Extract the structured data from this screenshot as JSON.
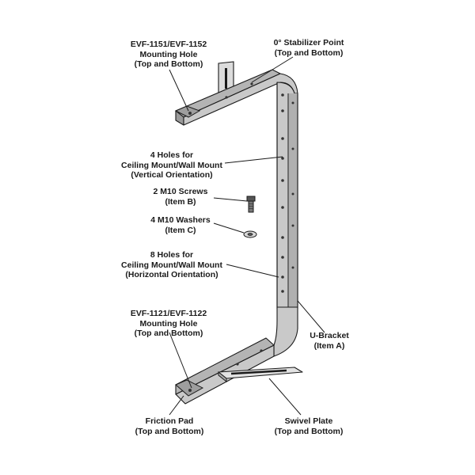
{
  "colors": {
    "metal": "#c9c9c9",
    "metal_dark": "#a9a9a9",
    "outline": "#1a1a1a",
    "leader": "#1a1a1a",
    "background": "#ffffff"
  },
  "labels": {
    "top_mounting_hole": [
      "EVF-1151/EVF-1152",
      "Mounting Hole",
      "(Top and Bottom)"
    ],
    "stabilizer_point": [
      "0° Stabilizer Point",
      "(Top and Bottom)"
    ],
    "vertical_holes": [
      "4 Holes for",
      "Ceiling Mount/Wall Mount",
      "(Vertical Orientation)"
    ],
    "screws": [
      "2 M10 Screws",
      "(Item B)"
    ],
    "washers": [
      "4 M10 Washers",
      "(Item C)"
    ],
    "horizontal_holes": [
      "8 Holes for",
      "Ceiling Mount/Wall Mount",
      "(Horizontal Orientation)"
    ],
    "bottom_mounting_hole": [
      "EVF-1121/EVF-1122",
      "Mounting Hole",
      "(Top and Bottom)"
    ],
    "u_bracket": [
      "U-Bracket",
      "(Item A)"
    ],
    "friction_pad": [
      "Friction Pad",
      "(Top and Bottom)"
    ],
    "swivel_plate": [
      "Swivel Plate",
      "(Top and Bottom)"
    ]
  }
}
